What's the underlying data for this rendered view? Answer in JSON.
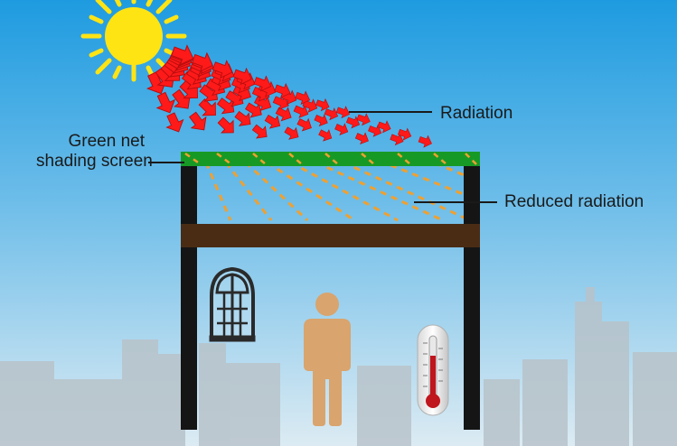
{
  "labels": {
    "radiation": "Radiation",
    "reduced_radiation": "Reduced radiation",
    "net_line1": "Green net",
    "net_line2": "shading screen"
  },
  "icons": [
    "sun-icon",
    "window-icon",
    "person-icon",
    "thermometer-icon"
  ],
  "colors": {
    "sky_top": "#1e9be0",
    "sky_bottom": "#dcebf3",
    "sun": "#ffe414",
    "radiation_arrows": "#ff1a1a",
    "reduced_rays": "#f0a030",
    "net": "#179a25",
    "beam": "#4a2c15",
    "posts": "#151515",
    "person": "#d9a46d",
    "window": "#2a2a2a",
    "skyline": "#b8c3ca"
  }
}
